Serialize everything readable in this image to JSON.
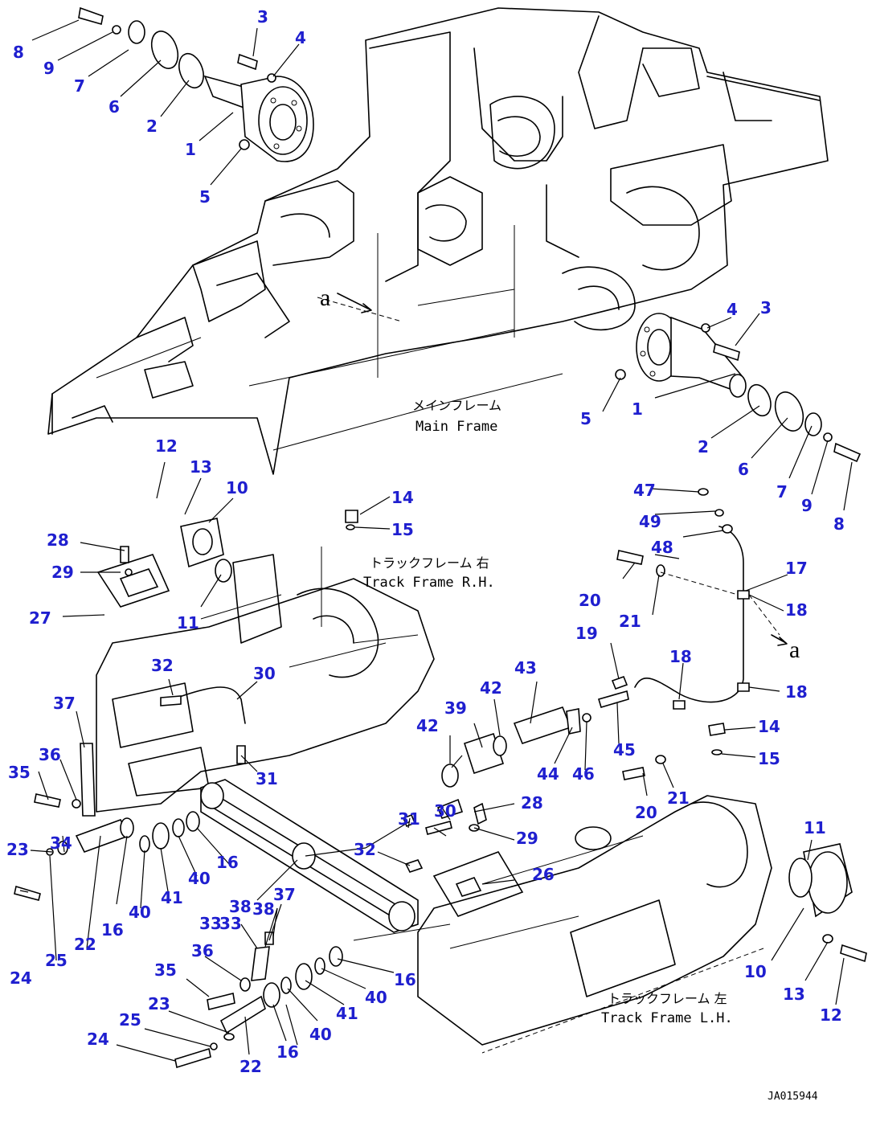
{
  "labels": {
    "main_frame_jp": "メインフレーム",
    "main_frame_en": "Main Frame",
    "track_rh_jp": "トラックフレーム 右",
    "track_rh_en": "Track Frame R.H.",
    "track_lh_jp": "トラックフレーム 左",
    "track_lh_en": "Track Frame L.H.",
    "ref_a": "a",
    "drawing_code": "JA015944"
  },
  "callouts": [
    "1",
    "2",
    "3",
    "4",
    "5",
    "6",
    "7",
    "8",
    "9",
    "10",
    "11",
    "12",
    "13",
    "14",
    "15",
    "16",
    "17",
    "18",
    "19",
    "20",
    "21",
    "22",
    "23",
    "24",
    "25",
    "26",
    "27",
    "28",
    "29",
    "30",
    "31",
    "32",
    "33",
    "34",
    "35",
    "36",
    "37",
    "38",
    "39",
    "40",
    "41",
    "42",
    "43",
    "44",
    "45",
    "46",
    "47",
    "48",
    "49"
  ],
  "colors": {
    "callout": "#1f1fcf",
    "line": "#000000",
    "background": "#ffffff"
  }
}
